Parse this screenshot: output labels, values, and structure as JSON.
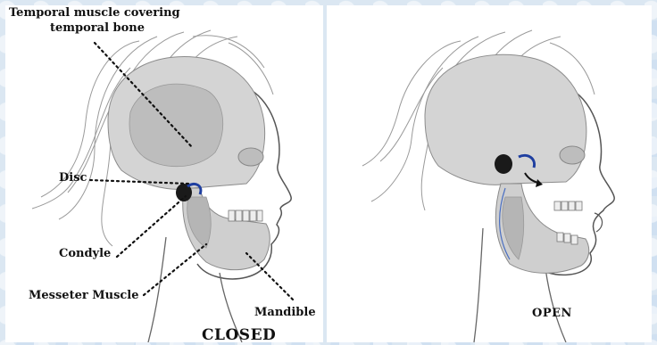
{
  "left_panel": {
    "labels": {
      "temporal_line1": "Temporal muscle covering",
      "temporal_line2": "temporal bone",
      "disc": "Disc",
      "condyle": "Condyle",
      "masseter": "Messeter Muscle",
      "mandible": "Mandible",
      "caption": "CLOSED"
    }
  },
  "right_panel": {
    "labels": {
      "caption": "OPEN"
    }
  },
  "colors": {
    "background": "#dbe7f2",
    "panel": "#ffffff",
    "skull": "#d4d4d4",
    "accent_disc": "#1f3fa0",
    "ink": "#111111"
  }
}
